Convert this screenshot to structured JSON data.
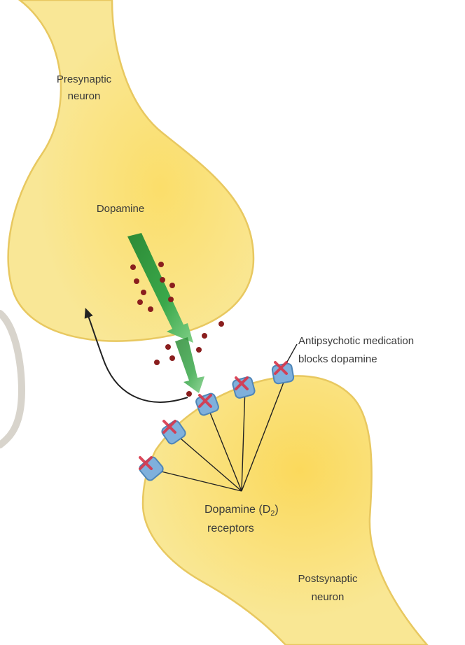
{
  "labels": {
    "presynaptic_line1": "Presynaptic",
    "presynaptic_line2": "neuron",
    "dopamine": "Dopamine",
    "antipsychotic_line1": "Antipsychotic medication",
    "antipsychotic_line2": "blocks dopamine",
    "receptors_line1": "Dopamine (D",
    "receptors_subscript": "2",
    "receptors_line1_end": ")",
    "receptors_line2": "receptors",
    "postsynaptic_line1": "Postsynaptic",
    "postsynaptic_line2": "neuron"
  },
  "colors": {
    "neuron_fill": "#f9e488",
    "neuron_stroke": "#e8c860",
    "receptor_fill": "#7fb0dc",
    "receptor_stroke": "#4f86b8",
    "blocker_mark": "#d9364a",
    "dopamine_dot": "#8a1e1e",
    "arrow_green": "#2f9a3c",
    "leader_line": "#222222"
  }
}
